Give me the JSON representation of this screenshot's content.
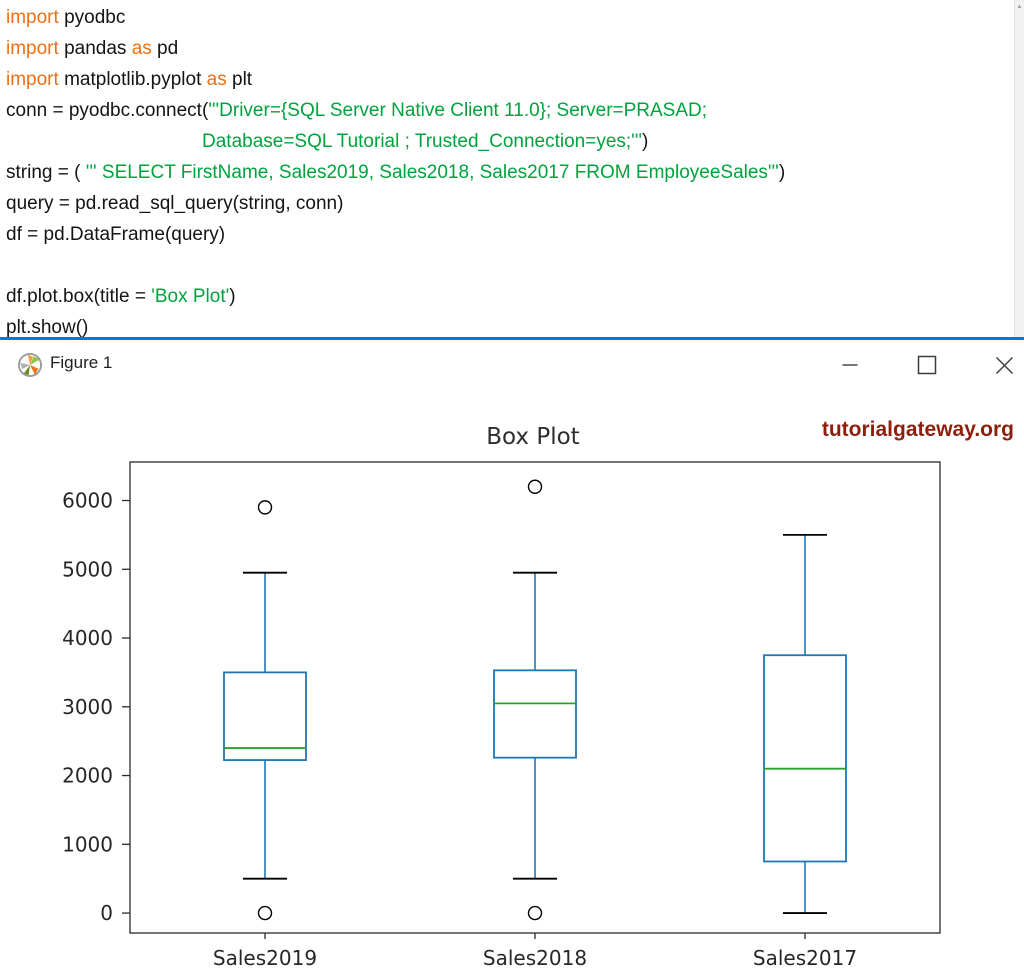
{
  "window": {
    "title": "Figure 1"
  },
  "watermark": "tutorialgateway.org",
  "code": {
    "colors": {
      "kw": "#ed7014",
      "str": "#00a33c",
      "pl": "#141414"
    },
    "lines": [
      {
        "seg": [
          {
            "t": "import",
            "c": "kw"
          },
          {
            "t": " pyodbc",
            "c": "pl"
          }
        ]
      },
      {
        "seg": [
          {
            "t": "import",
            "c": "kw"
          },
          {
            "t": " pandas ",
            "c": "pl"
          },
          {
            "t": "as",
            "c": "kw"
          },
          {
            "t": " pd",
            "c": "pl"
          }
        ]
      },
      {
        "seg": [
          {
            "t": "import",
            "c": "kw"
          },
          {
            "t": " matplotlib.pyplot ",
            "c": "pl"
          },
          {
            "t": "as",
            "c": "kw"
          },
          {
            "t": " plt",
            "c": "pl"
          }
        ]
      },
      {
        "seg": [
          {
            "t": "conn = pyodbc.connect(",
            "c": "pl"
          },
          {
            "t": "'''Driver={SQL Server Native Client 11.0}; Server=PRASAD;",
            "c": "str"
          }
        ]
      },
      {
        "ind": 1,
        "seg": [
          {
            "t": "Database=SQL Tutorial ; Trusted_Connection=yes;'''",
            "c": "str"
          },
          {
            "t": ")",
            "c": "pl"
          }
        ]
      },
      {
        "seg": [
          {
            "t": "string = ( ",
            "c": "pl"
          },
          {
            "t": "''' SELECT FirstName, Sales2019, Sales2018, Sales2017 FROM EmployeeSales'''",
            "c": "str"
          },
          {
            "t": ")",
            "c": "pl"
          }
        ]
      },
      {
        "seg": [
          {
            "t": "query = pd.read_sql_query(string, conn)",
            "c": "pl"
          }
        ]
      },
      {
        "seg": [
          {
            "t": "df = pd.DataFrame(query)",
            "c": "pl"
          }
        ]
      },
      {
        "seg": []
      },
      {
        "seg": [
          {
            "t": "df.plot.box(title = ",
            "c": "pl"
          },
          {
            "t": "'Box Plot'",
            "c": "str"
          },
          {
            "t": ")",
            "c": "pl"
          }
        ]
      },
      {
        "seg": [
          {
            "t": "plt.show()",
            "c": "pl"
          }
        ]
      }
    ]
  },
  "chart_data": {
    "type": "boxplot",
    "title": "Box Plot",
    "categories": [
      "Sales2019",
      "Sales2018",
      "Sales2017"
    ],
    "series": [
      {
        "name": "Sales2019",
        "whisker_low": 500,
        "q1": 2225,
        "median": 2400,
        "q3": 3500,
        "whisker_high": 4950,
        "outliers": [
          0,
          5900
        ]
      },
      {
        "name": "Sales2018",
        "whisker_low": 500,
        "q1": 2260,
        "median": 3050,
        "q3": 3530,
        "whisker_high": 4950,
        "outliers": [
          0,
          6200
        ]
      },
      {
        "name": "Sales2017",
        "whisker_low": 0,
        "q1": 750,
        "median": 2100,
        "q3": 3750,
        "whisker_high": 5500,
        "outliers": []
      }
    ],
    "yticks": [
      0,
      1000,
      2000,
      3000,
      4000,
      5000,
      6000
    ],
    "ylim": [
      -290,
      6560
    ],
    "xlabel": "",
    "ylabel": "",
    "grid": false,
    "legend": "none",
    "colors": {
      "box": "#1f77b4",
      "whisker": "#1f77b4",
      "cap": "#000000",
      "median": "#2ca02c",
      "outlier": "#000000",
      "axis": "#2b2b2b"
    }
  }
}
